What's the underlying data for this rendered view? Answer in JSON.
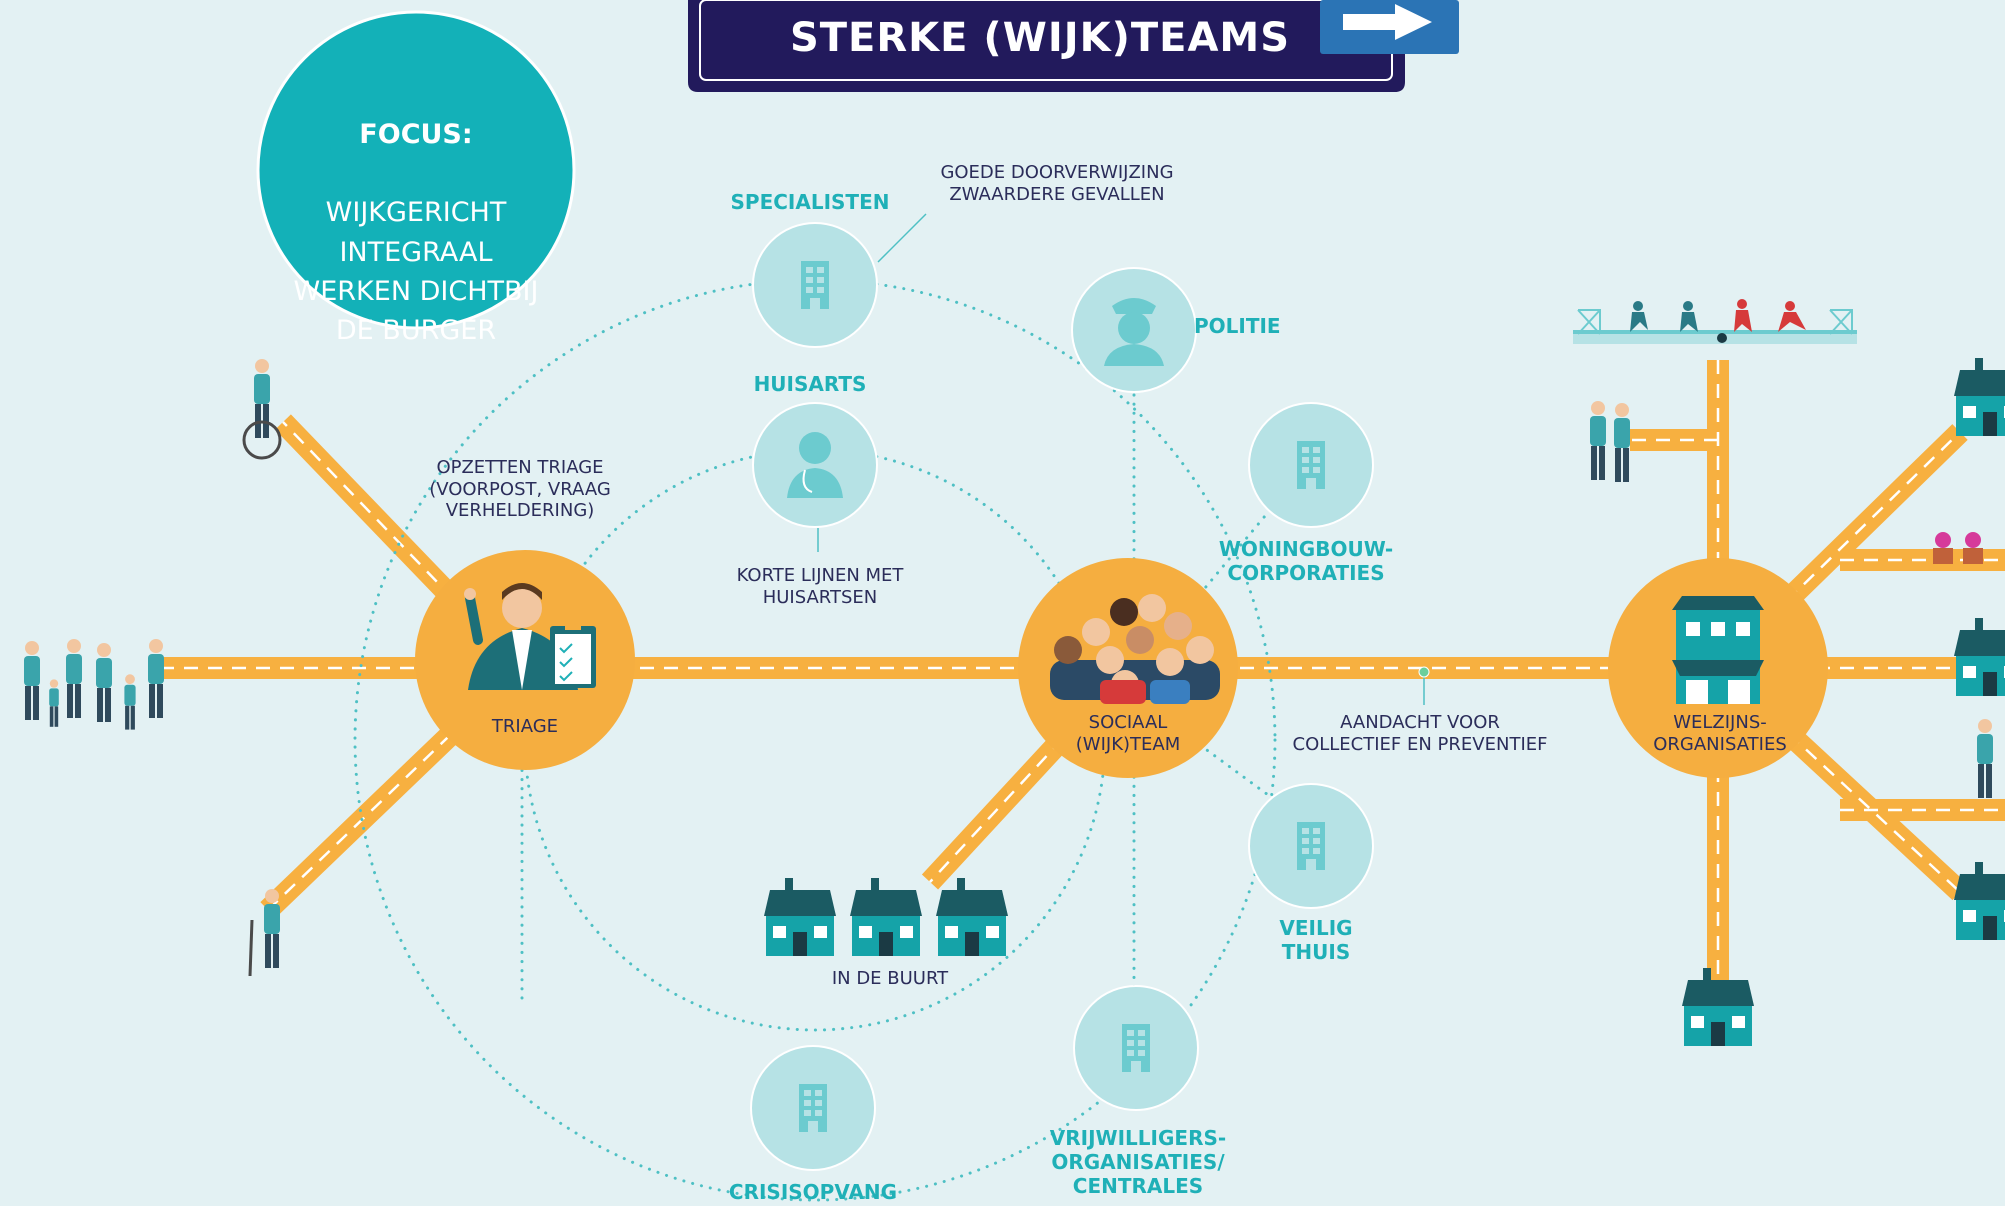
{
  "banner": {
    "title": "STERKE (WIJK)TEAMS",
    "arrow_icon": "arrow-right-icon"
  },
  "focus": {
    "heading": "FOCUS:",
    "lines": "WIJKGERICHT\nINTEGRAAL\nWERKEN DICHTBIJ\nDE BURGER"
  },
  "hubs": {
    "triage": "TRIAGE",
    "sociaal": "SOCIAAL\n(WIJK)TEAM",
    "welzijn": "WELZIJNS-\nORGANISATIES"
  },
  "nodes": {
    "specialisten": "SPECIALISTEN",
    "huisarts": "HUISARTS",
    "politie": "POLITIE",
    "woningbouw": "WONINGBOUW-\nCORPORATIES",
    "veilig_thuis": "VEILIG\nTHUIS",
    "vrijwilligers": "VRIJWILLIGERS-\nORGANISATIES/\nCENTRALES",
    "crisisopvang": "CRISISOPVANG"
  },
  "notes": {
    "doorverwijzing": "GOEDE DOORVERWIJZING\nZWAARDERE GEVALLEN",
    "opzetten_triage": "OPZETTEN TRIAGE\n(VOORPOST, VRAAG\nVERHELDERING)",
    "korte_lijnen": "KORTE LIJNEN MET\nHUISARTSEN",
    "aandacht": "AANDACHT VOOR\nCOLLECTIEF EN PREVENTIEF",
    "in_de_buurt": "IN DE BUURT"
  },
  "colors": {
    "background": "#e3f1f3",
    "road": "#f7b040",
    "hub": "#f5ae40",
    "teal": "#13b1b8",
    "node_fill": "#b6e2e5",
    "node_icon": "#6ccbcf",
    "navy": "#221a5c",
    "blue": "#2b74b5",
    "house": "#149ea3"
  },
  "icons": {
    "specialisten": "building-icon",
    "huisarts": "doctor-icon",
    "politie": "police-officer-icon",
    "woningbouw": "building-icon",
    "veilig_thuis": "building-icon",
    "vrijwilligers": "building-icon",
    "crisisopvang": "building-icon",
    "triage": "clipboard-worker-icon",
    "sociaal": "group-of-people-icon",
    "welzijn": "community-building-icon"
  }
}
